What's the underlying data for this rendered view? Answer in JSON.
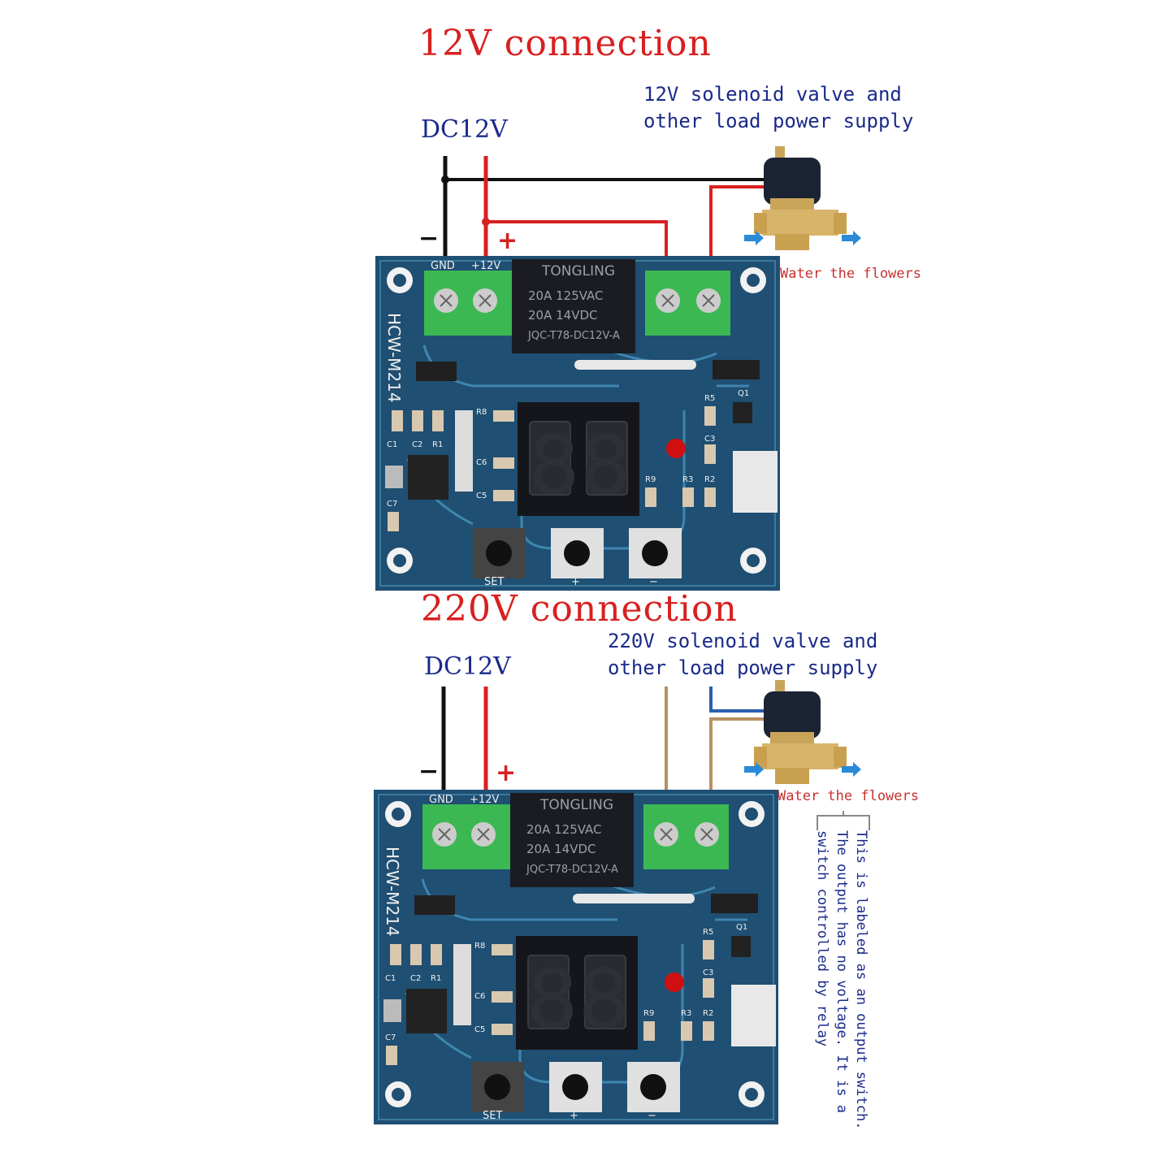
{
  "top": {
    "title": "12V connection",
    "dc_label": "DC12V",
    "load_line1": "12V solenoid valve and",
    "load_line2": "other load power supply",
    "water_label": "Water the flowers",
    "minus": "−",
    "plus": "+"
  },
  "bottom": {
    "title": "220V connection",
    "dc_label": "DC12V",
    "load_line1": "220V solenoid valve and",
    "load_line2": "other load power supply",
    "water_label": "Water the flowers",
    "minus": "−",
    "plus": "+",
    "note_line1": "This is labeled as an output switch.",
    "note_line2": "The output has no voltage. It is a",
    "note_line3": "switch controlled by relay"
  },
  "board": {
    "model": "HCW-M214",
    "gnd": "GND",
    "v12": "+12V",
    "relay_brand": "TONGLING",
    "relay_line1": "20A  125VAC",
    "relay_line2": "20A   14VDC",
    "relay_line3": "JQC-T78-DC12V-A",
    "display": "88",
    "btn_set": "SET",
    "btn_plus": "+",
    "btn_minus": "−",
    "labels": [
      "R8",
      "C6",
      "C5",
      "C1",
      "C2",
      "R1",
      "C7",
      "R5",
      "Q1",
      "C3",
      "R9",
      "R3",
      "R2"
    ]
  },
  "colors": {
    "red": "#d82020",
    "blue": "#1a2a8a",
    "pcb": "#1f4f72",
    "terminal": "#3cb852",
    "wire_brown": "#b89060",
    "wire_blue": "#2a5fb0"
  }
}
